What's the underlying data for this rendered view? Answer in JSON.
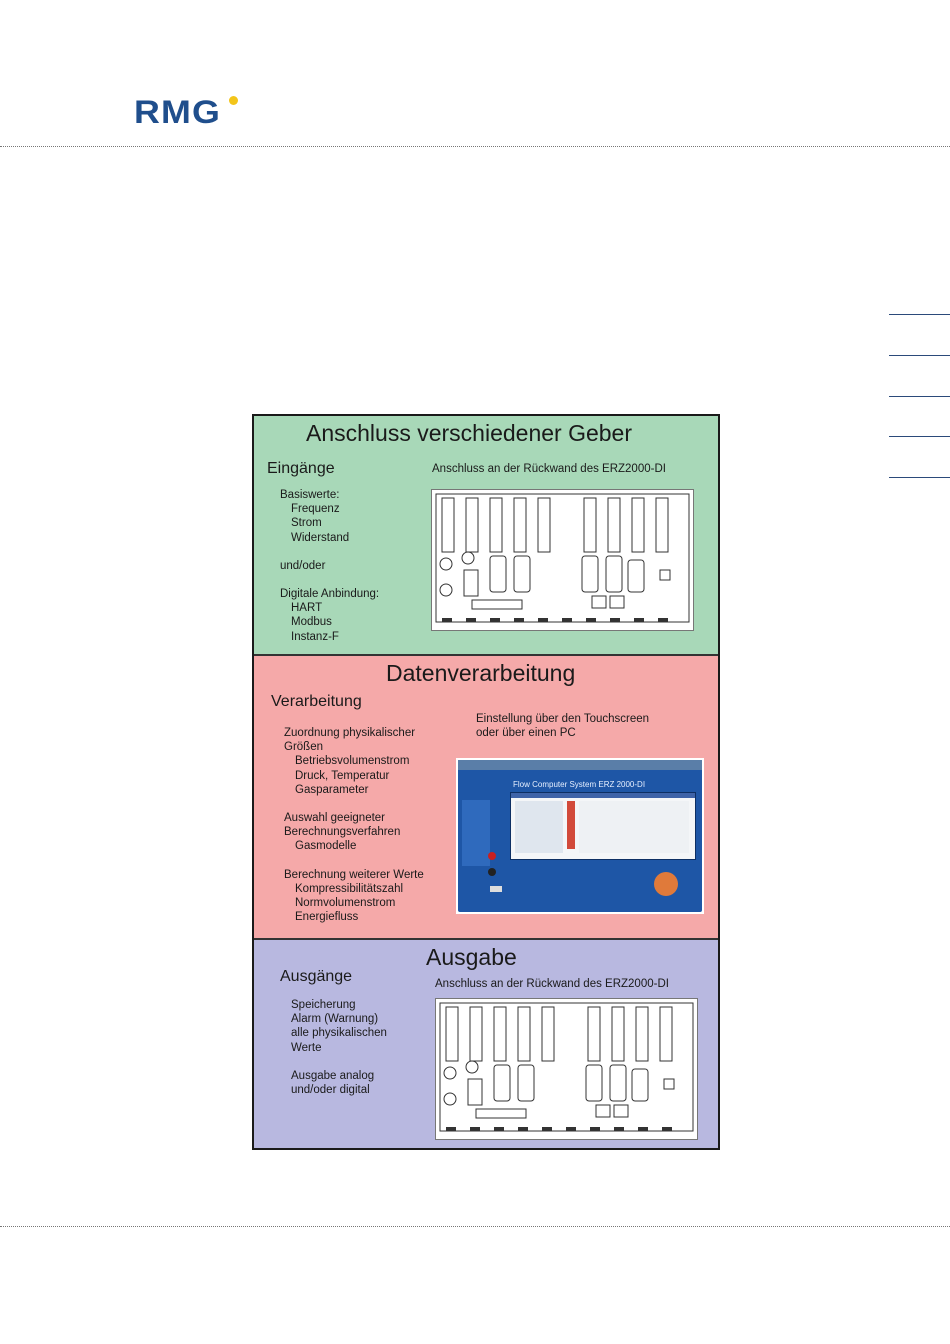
{
  "header": {
    "logo_text": "RMG"
  },
  "panel1": {
    "title": "Anschluss verschiedener Geber",
    "heading": "Eingänge",
    "caption": "Anschluss an der Rückwand des ERZ2000-DI",
    "lines": [
      "Basiswerte:",
      "Frequenz",
      "Strom",
      "Widerstand",
      "und/oder",
      "Digitale Anbindung:",
      "HART",
      "Modbus",
      "Instanz-F"
    ]
  },
  "panel2": {
    "title": "Datenverarbeitung",
    "heading": "Verarbeitung",
    "caption": [
      "Einstellung über den Touchscreen",
      "oder über einen PC"
    ],
    "lines": [
      "Zuordnung physikalischer",
      "Größen",
      "Betriebsvolumenstrom",
      "Druck, Temperatur",
      "Gasparameter",
      "Auswahl geeigneter",
      "Berechnungsverfahren",
      "Gasmodelle",
      "Berechnung weiterer Werte",
      "Kompressibilitätszahl",
      "Normvolumenstrom",
      "Energiefluss"
    ],
    "device_title": "Flow Computer System ERZ 2000-DI"
  },
  "panel3": {
    "title": "Ausgabe",
    "heading": "Ausgänge",
    "caption": "Anschluss an der Rückwand des ERZ2000-DI",
    "lines": [
      "Speicherung",
      "Alarm (Warnung)",
      "alle physikalischen",
      "Werte",
      "Ausgabe analog",
      "und/oder digital"
    ]
  },
  "colors": {
    "logo_blue": "#1f4e8c",
    "logo_dot": "#f3c51a",
    "panel_green": "#a8d8b8",
    "panel_red": "#f5a9a9",
    "panel_blue": "#b8b8e0",
    "device_blue": "#1e56a6"
  }
}
